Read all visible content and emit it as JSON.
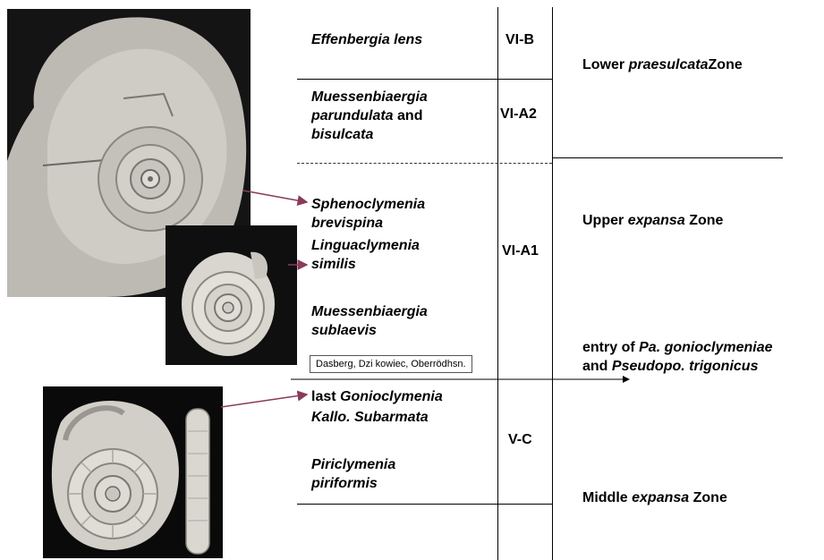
{
  "species": {
    "effenbergia": {
      "name": "Effenbergia lens"
    },
    "muessen_par": {
      "line1": "Muessenbiaergia",
      "line2": "parundulata",
      "and": "and",
      "line3": "bisulcata"
    },
    "spheno": {
      "line1": "Sphenoclymenia",
      "line2": "brevispina"
    },
    "lingua": {
      "line1": "Linguaclymenia",
      "line2": "similis"
    },
    "muessen_sub": {
      "line1": "Muessenbiaergia",
      "line2": "sublaevis"
    },
    "last_gonio": {
      "prefix": "last",
      "name": "Gonioclymenia"
    },
    "kallo": {
      "name": "Kallo. Subarmata"
    },
    "piri": {
      "line1": "Piriclymenia",
      "line2": "piriformis"
    }
  },
  "subzones": {
    "vi_b": "VI-B",
    "vi_a2": "VI-A2",
    "vi_a1": "VI-A1",
    "v_c": "V-C"
  },
  "zones": {
    "lower": {
      "prefix": "Lower",
      "italic": "praesulcata",
      "suffix": "Zone"
    },
    "upper": {
      "prefix": "Upper",
      "italic": "expansa",
      "suffix": "Zone"
    },
    "middle": {
      "prefix": "Middle",
      "italic": "expansa",
      "suffix": "Zone"
    }
  },
  "entry": {
    "line1_prefix": "entry of",
    "line1_italic": "Pa. gonioclymeniae",
    "line2_prefix": "and",
    "line2_italic": "Pseudopo. trigonicus"
  },
  "localities": "Dasberg, Dzi kowiec, Oberrödhsn.",
  "colors": {
    "arrow": "#8a3a5a",
    "line": "#000000"
  }
}
